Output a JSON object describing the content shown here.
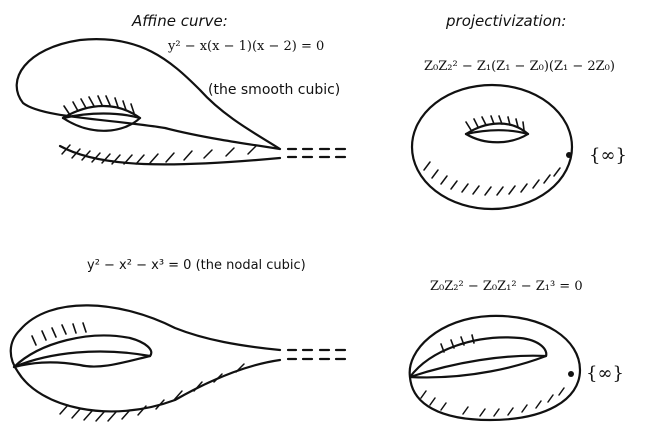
{
  "headings": {
    "affine": "Affine curve:",
    "projective": "projectivization:"
  },
  "smooth": {
    "affine_equation": "y² − x(x − 1)(x − 2) = 0",
    "label": "(the smooth cubic)",
    "projective_equation": "Z₀Z₂² − Z₁(Z₁ − Z₀)(Z₁ − 2Z₀)",
    "infinity_label": "{∞}"
  },
  "nodal": {
    "affine_equation_and_label": "y² − x² − x³ = 0 (the nodal cubic)",
    "projective_equation": "Z₀Z₂² − Z₀Z₁² − Z₁³ = 0",
    "infinity_label": "{∞}"
  },
  "icons": [
    "smooth-affine-surface-icon",
    "smooth-torus-icon",
    "nodal-affine-surface-icon",
    "pinched-torus-icon",
    "point-at-infinity-dot-icon"
  ],
  "colors": {
    "ink": "#111111",
    "background": "#ffffff"
  }
}
